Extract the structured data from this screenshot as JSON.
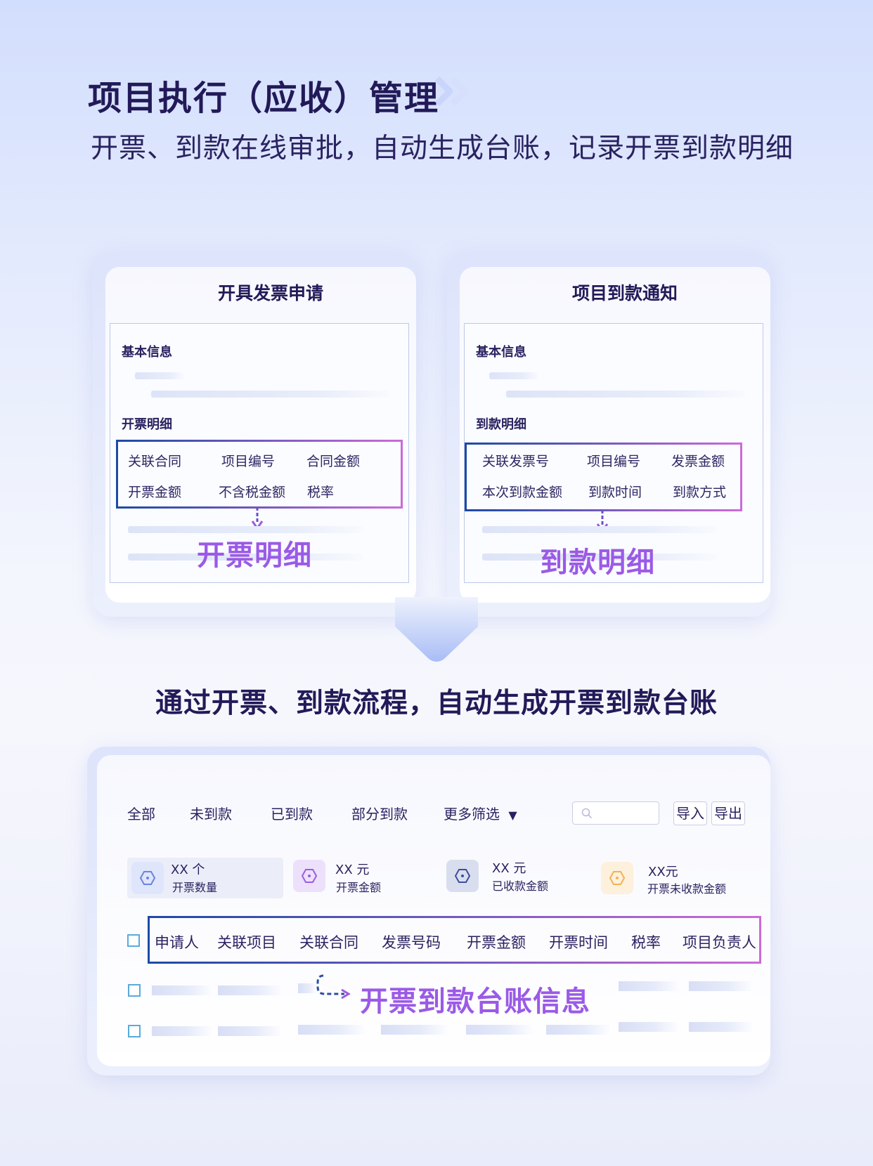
{
  "header": {
    "title": "项目执行（应收）管理",
    "subtitle": "开票、到款在线审批，自动生成台账，记录开票到款明细"
  },
  "invoice_card": {
    "title": "开具发票申请",
    "basic_label": "基本信息",
    "detail_label": "开票明细",
    "fields": [
      "关联合同",
      "项目编号",
      "合同金额",
      "开票金额",
      "不含税金额",
      "税率"
    ],
    "callout": "开票明细"
  },
  "payment_card": {
    "title": "项目到款通知",
    "basic_label": "基本信息",
    "detail_label": "到款明细",
    "fields": [
      "关联发票号",
      "项目编号",
      "发票金额",
      "本次到款金额",
      "到款时间",
      "到款方式"
    ],
    "callout": "到款明细"
  },
  "mid_title": "通过开票、到款流程，自动生成开票到款台账",
  "ledger": {
    "filters": [
      "全部",
      "未到款",
      "已到款",
      "部分到款",
      "更多筛选"
    ],
    "search_placeholder": "",
    "import_label": "导入",
    "export_label": "导出",
    "stats": [
      {
        "value": "XX 个",
        "label": "开票数量",
        "icon": "hexagon-icon",
        "color": "#6b83e0"
      },
      {
        "value": "XX 元",
        "label": "开票金额",
        "icon": "hexagon-icon",
        "color": "#9a5ee0"
      },
      {
        "value": "XX 元",
        "label": "已收款金额",
        "icon": "hexagon-icon",
        "color": "#3d4e9c"
      },
      {
        "value": "XX元",
        "label": "开票未收款金额",
        "icon": "hexagon-icon",
        "color": "#f0b455"
      }
    ],
    "columns": [
      "申请人",
      "关联项目",
      "关联合同",
      "发票号码",
      "开票金额",
      "开票时间",
      "税率",
      "项目负责人"
    ],
    "callout": "开票到款台账信息"
  }
}
